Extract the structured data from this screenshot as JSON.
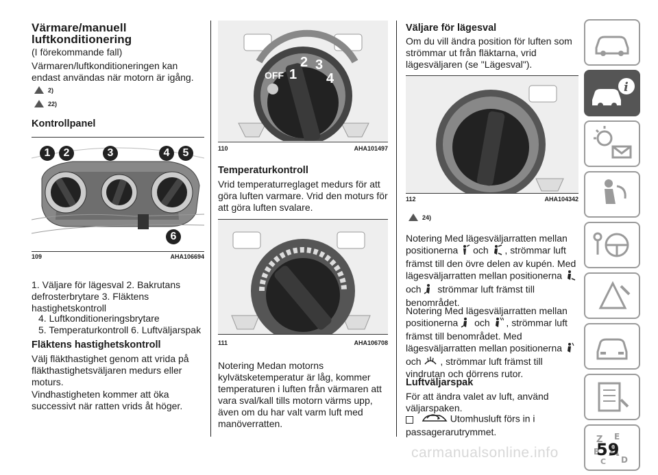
{
  "col1": {
    "title": "Värmare/manuell luftkonditionering",
    "subtitle": "(I förekommande fall)",
    "intro": "Värmaren/luftkonditioneringen kan endast användas när motorn är igång.",
    "warn1": "2)",
    "warn2": "22)",
    "panel_heading": "Kontrollpanel",
    "fig_num": "109",
    "fig_code": "AHA106694",
    "callouts": [
      "1",
      "2",
      "3",
      "4",
      "5",
      "6"
    ],
    "legend1": "1. Väljare för lägesval  2. Bakrutans defrosterbrytare  3. Fläktens hastighetskontroll",
    "legend2": "4. Luftkonditioneringsbrytare",
    "legend3": "5. Temperaturkontroll  6. Luftväljarspak",
    "fan_heading": "Fläktens hastighetskontroll",
    "fan_p1": "Välj fläkthastighet genom att vrida på fläkthastighetsväljaren medurs eller moturs.",
    "fan_p2": "Vindhastigheten kommer att öka successivt när ratten vrids åt höger."
  },
  "col2": {
    "fig1_num": "110",
    "fig1_code": "AHA101497",
    "dial_labels": [
      "OFF",
      "1",
      "2",
      "3",
      "4"
    ],
    "temp_heading": "Temperaturkontroll",
    "temp_p": "Vrid temperaturreglaget medurs för att göra luften varmare. Vrid den moturs för att göra luften svalare.",
    "fig2_num": "111",
    "fig2_code": "AHA106708",
    "note": "Notering  Medan motorns kylvätsketemperatur är låg, kommer temperaturen i luften från värmaren att vara sval/kall tills motorn värms upp, även om du har valt varm luft med manöverratten."
  },
  "col3": {
    "mode_heading": "Väljare för lägesval",
    "mode_p": "Om du vill ändra position för luften som strömmar ut från fläktarna, vrid lägesväljaren (se \"Lägesval\").",
    "fig_num": "112",
    "fig_code": "AHA104342",
    "warn": "24)",
    "n1a": "Notering  Med lägesväljarratten mellan positionerna",
    "n1b": "och",
    "n1c": ", strömmar luft främst till den övre delen av kupén. Med lägesväljarratten mellan positionerna",
    "n1d": "och",
    "n1e": "strömmar luft främst till benområdet.",
    "n2a": "Notering  Med lägesväljarratten mellan positionerna",
    "n2b": "och",
    "n2c": ", strömmar luft främst till benområdet. Med lägesväljarratten mellan positionerna",
    "n2d": "och",
    "n2e": ", strömmar luft främst till vindrutan och dörrens rutor.",
    "lever_heading": "Luftväljarspak",
    "lever_p": "För att ändra valet av luft, använd väljarspaken.",
    "lever_item": "Utomhusluft förs in i passagerarutrymmet."
  },
  "page_number": "59",
  "watermark": "carmanualsonline.info",
  "sidebar_icons": [
    "car-icon",
    "car-info-icon",
    "lights-warning-icon",
    "airbag-person-icon",
    "steering-key-icon",
    "wrench-triangle-icon",
    "car-front-icon",
    "specs-list-icon",
    "alphabet-index-icon"
  ]
}
